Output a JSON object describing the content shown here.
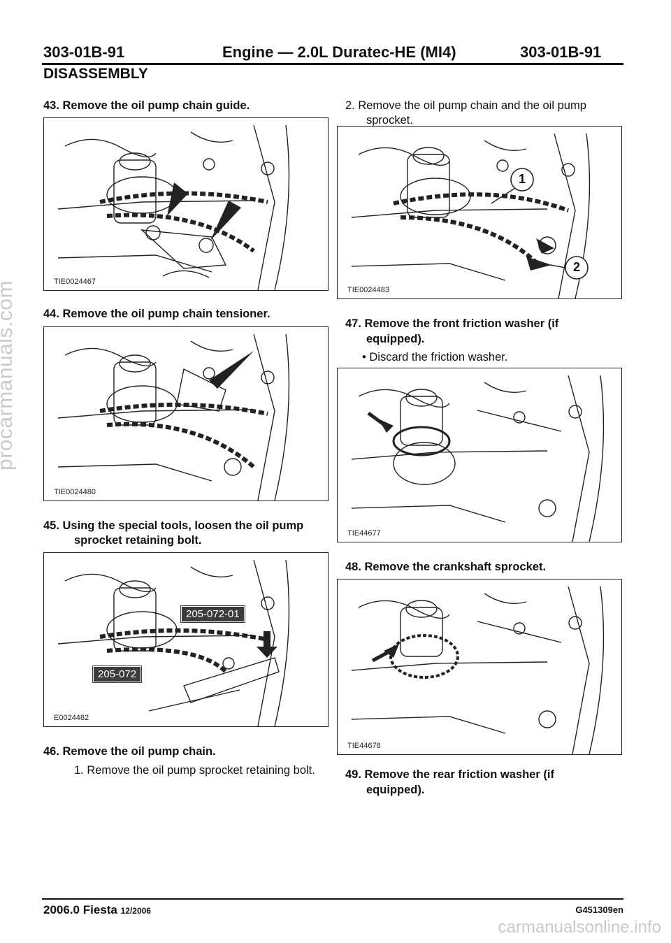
{
  "header": {
    "left": "303-01B-91",
    "center": "Engine — 2.0L Duratec-HE (MI4)",
    "right": "303-01B-91",
    "section": "DISASSEMBLY"
  },
  "left_column": {
    "step43": "43. Remove the oil pump chain guide.",
    "fig1_id": "TIE0024467",
    "step44": "44. Remove the oil pump chain tensioner.",
    "fig2_id": "TIE0024480",
    "step45_line1": "45. Using the special tools, loosen the oil pump",
    "step45_line2": "sprocket retaining bolt.",
    "fig3_id": "E0024482",
    "fig3_tool1": "205-072-01",
    "fig3_tool2": "205-072",
    "step46": "46. Remove the oil pump chain.",
    "step46_sub1": "1. Remove the oil pump sprocket retaining bolt."
  },
  "right_column": {
    "step46_sub2_line1": "2. Remove the oil pump chain and the oil pump",
    "step46_sub2_line2": "sprocket.",
    "fig4_id": "TIE0024483",
    "fig4_callout1": "1",
    "fig4_callout2": "2",
    "step47_line1": "47. Remove the front friction washer (if",
    "step47_line2": "equipped).",
    "step47_bullet": "• Discard the friction washer.",
    "fig5_id": "TIE44677",
    "step48": "48. Remove the crankshaft sprocket.",
    "fig6_id": "TIE44678",
    "step49_line1": "49. Remove the rear friction washer (if",
    "step49_line2": "equipped)."
  },
  "footer": {
    "model": "2006.0 Fiesta",
    "date": "12/2006",
    "code": "G451309en"
  },
  "watermarks": {
    "vertical": "procarmanuals.com",
    "bottom": "carmanualsonline.info"
  }
}
